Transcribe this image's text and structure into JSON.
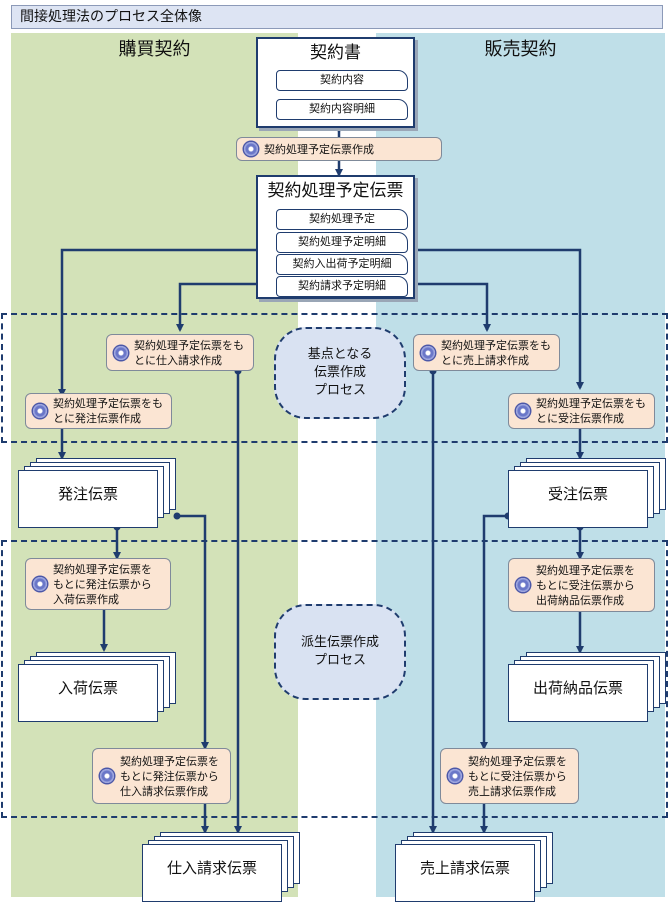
{
  "title": "間接処理法のプロセス全体像",
  "lanes": {
    "left": "購買契約",
    "right": "販売契約"
  },
  "contract": {
    "title": "契約書",
    "items": [
      "契約内容",
      "契約内容明細"
    ]
  },
  "slip_plan": {
    "title": "契約処理予定伝票",
    "items": [
      "契約処理予定",
      "契約処理予定明細",
      "契約入出荷予定明細",
      "契約請求予定明細"
    ]
  },
  "processes": {
    "create_plan": "契約処理予定伝票作成",
    "purchase_invoice_from_plan": "契約処理予定伝票をも\nとに仕入請求作成",
    "sales_invoice_from_plan": "契約処理予定伝票をも\nとに売上請求作成",
    "purchase_order_from_plan": "契約処理予定伝票をも\nとに発注伝票作成",
    "sales_order_from_plan": "契約処理予定伝票をも\nとに受注伝票作成",
    "receiving_from_po": "契約処理予定伝票を\nもとに発注伝票から\n入荷伝票作成",
    "shipping_from_so": "契約処理予定伝票を\nもとに受注伝票から\n出荷納品伝票作成",
    "purchase_invoice_from_po": "契約処理予定伝票を\nもとに発注伝票から\n仕入請求伝票作成",
    "sales_invoice_from_so": "契約処理予定伝票を\nもとに受注伝票から\n売上請求伝票作成"
  },
  "clouds": {
    "base": "基点となる\n伝票作成\nプロセス",
    "derived": "派生伝票作成\nプロセス"
  },
  "slips": {
    "purchase_order": "発注伝票",
    "sales_order": "受注伝票",
    "receiving": "入荷伝票",
    "shipping": "出荷納品伝票",
    "purchase_invoice": "仕入請求伝票",
    "sales_invoice": "売上請求伝票"
  },
  "colors": {
    "left_lane": "#d3e2b8",
    "right_lane": "#bfdfe8",
    "process": "#fbe5d3",
    "line": "#1f3c6e",
    "cloud": "#d9e2f2"
  }
}
